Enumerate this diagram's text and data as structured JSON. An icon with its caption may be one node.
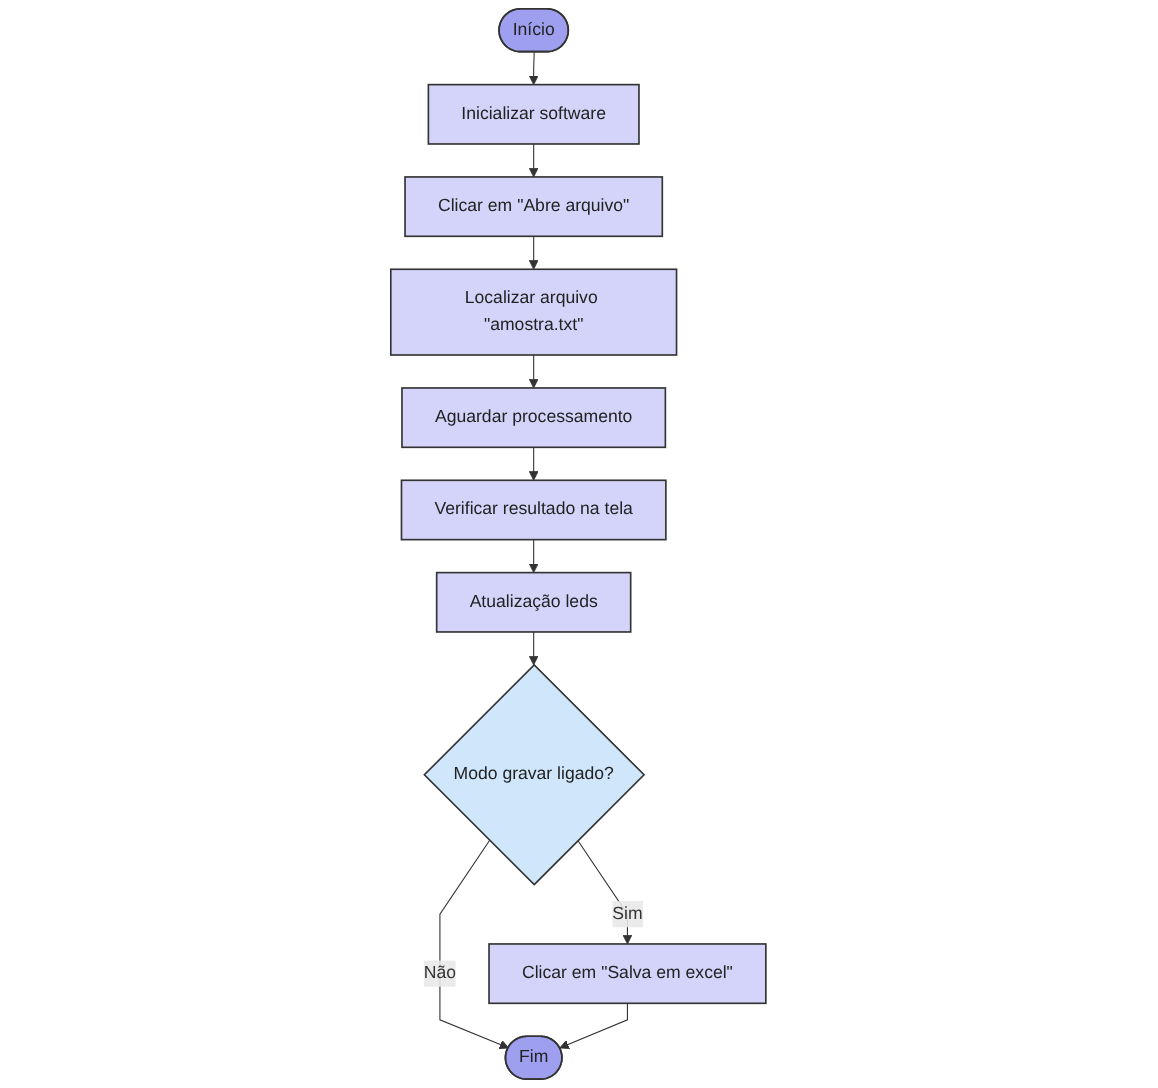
{
  "diagram": {
    "nodes": [
      {
        "text": [
          "Início"
        ]
      },
      {
        "text": [
          "Inicializar software"
        ]
      },
      {
        "text": [
          "Clicar em \"Abre arquivo\""
        ]
      },
      {
        "text": [
          "Localizar arquivo \"amostra.txt\""
        ]
      },
      {
        "text": [
          "Aguardar processamento"
        ]
      },
      {
        "text": [
          "Verificar resultado na tela"
        ]
      },
      {
        "text": [
          "Atualização leds"
        ]
      },
      {
        "text": [
          "Modo gravar ligado?"
        ]
      },
      {
        "text": [
          "Clicar em \"Salva em excel\""
        ]
      },
      {
        "text": [
          "Fim"
        ]
      }
    ],
    "edges": [
      {
        "from": 0,
        "to": 1,
        "arrow": "to"
      },
      {
        "from": 1,
        "to": 2,
        "arrow": "to"
      },
      {
        "from": 2,
        "to": 3,
        "arrow": "to"
      },
      {
        "from": 3,
        "to": 4,
        "arrow": "to"
      },
      {
        "from": 4,
        "to": 5,
        "arrow": "to"
      },
      {
        "from": 5,
        "to": 6,
        "arrow": "to"
      },
      {
        "from": 6,
        "to": 7,
        "arrow": "to"
      },
      {
        "from": 7,
        "to": 8,
        "label": "Sim",
        "arrow": "to"
      },
      {
        "from": 7,
        "to": 9,
        "label": "Não",
        "arrow": "to"
      },
      {
        "from": 8,
        "to": 9,
        "arrow": "to"
      }
    ]
  }
}
